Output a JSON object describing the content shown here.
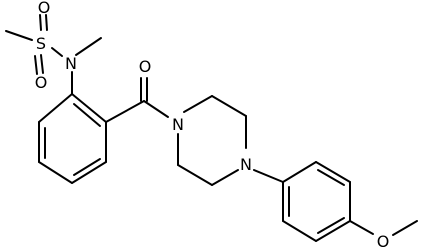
{
  "diagram": {
    "type": "chemical-structure",
    "atom_labels": {
      "s": "S",
      "o_top": "O",
      "o_bottom": "O",
      "n_sulfonamide": "N",
      "o_carbonyl": "O",
      "n_piperazine_1": "N",
      "n_piperazine_4": "N",
      "o_methoxy": "O"
    }
  }
}
